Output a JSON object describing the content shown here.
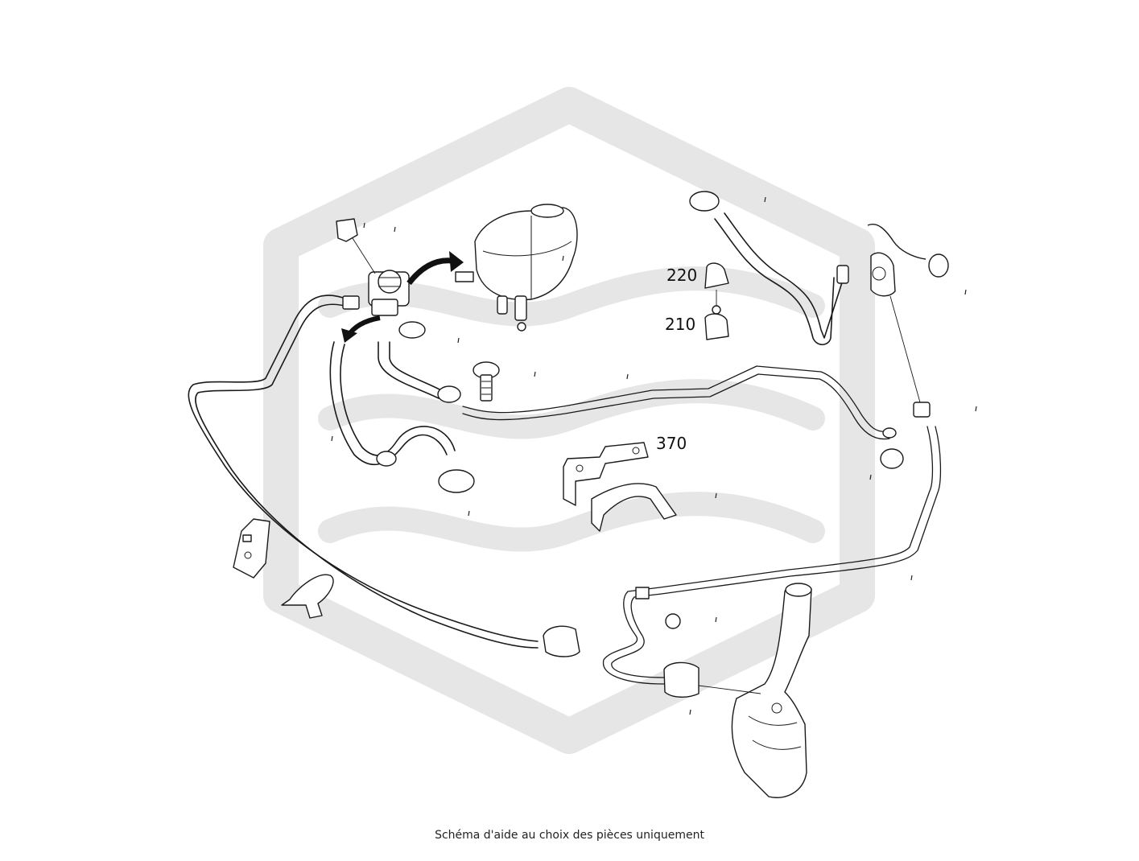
{
  "callouts": {
    "label_220": "220",
    "label_210": "210",
    "label_370": "370"
  },
  "footer": {
    "caption": "Schéma d'aide au choix des pièces uniquement"
  },
  "colors": {
    "ink": "#1a1a1a",
    "watermark": "#e6e6e6",
    "background": "#ffffff"
  }
}
